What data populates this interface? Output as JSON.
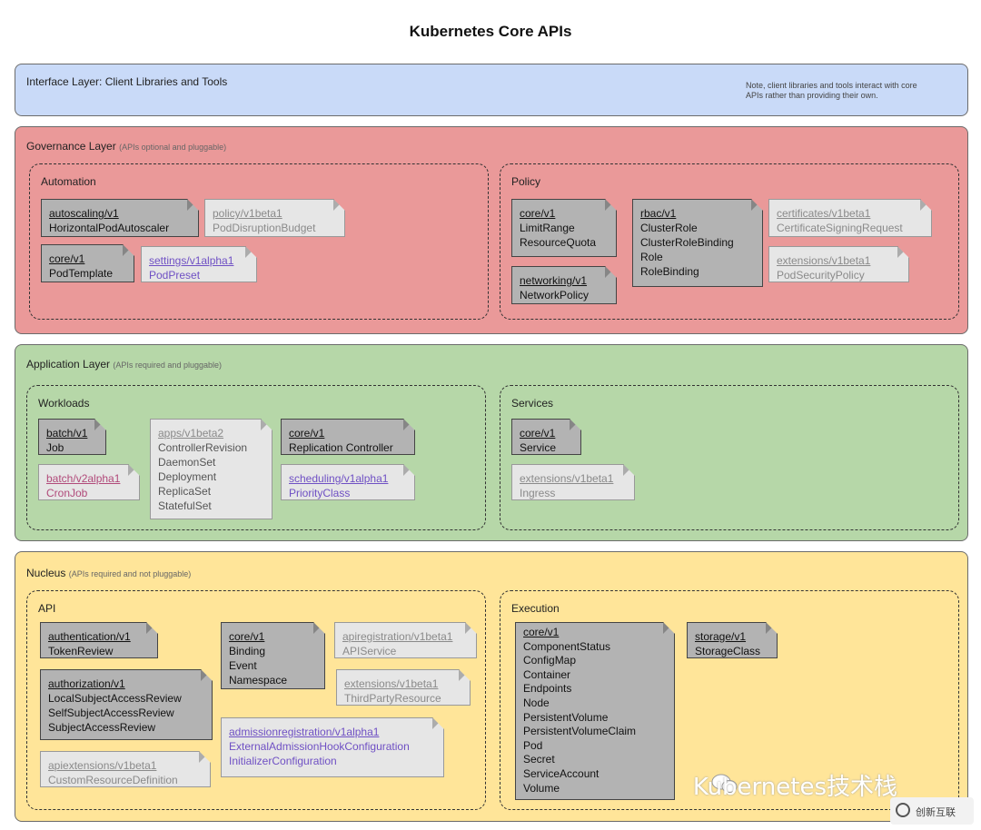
{
  "title": "Kubernetes Core APIs",
  "interface": {
    "title": "Interface Layer: Client Libraries and Tools",
    "note_line1": "Note, client libraries and tools interact with core",
    "note_line2": "APIs rather than providing their own."
  },
  "governance": {
    "title": "Governance Layer",
    "subtitle": "(APIs optional and pluggable)",
    "automation": {
      "title": "Automation",
      "cards": [
        {
          "api": "autoscaling/v1",
          "items": [
            "HorizontalPodAutoscaler"
          ]
        },
        {
          "api": "policy/v1beta1",
          "items": [
            "PodDisruptionBudget"
          ]
        },
        {
          "api": "core/v1",
          "items": [
            "PodTemplate"
          ]
        },
        {
          "api": "settings/v1alpha1",
          "items": [
            "PodPreset"
          ]
        }
      ]
    },
    "policy": {
      "title": "Policy",
      "cards": [
        {
          "api": "core/v1",
          "items": [
            "LimitRange",
            "ResourceQuota"
          ]
        },
        {
          "api": "networking/v1",
          "items": [
            "NetworkPolicy"
          ]
        },
        {
          "api": "rbac/v1",
          "items": [
            "ClusterRole",
            "ClusterRoleBinding",
            "Role",
            "RoleBinding"
          ]
        },
        {
          "api": "certificates/v1beta1",
          "items": [
            "CertificateSigningRequest"
          ]
        },
        {
          "api": "extensions/v1beta1",
          "items": [
            "PodSecurityPolicy"
          ]
        }
      ]
    }
  },
  "application": {
    "title": "Application Layer",
    "subtitle": "(APIs required and pluggable)",
    "workloads": {
      "title": "Workloads",
      "cards": [
        {
          "api": "batch/v1",
          "items": [
            "Job"
          ]
        },
        {
          "api": "batch/v2alpha1",
          "items": [
            "CronJob"
          ]
        },
        {
          "api": "apps/v1beta2",
          "items": [
            "ControllerRevision",
            "DaemonSet",
            "Deployment",
            "ReplicaSet",
            "StatefulSet"
          ]
        },
        {
          "api": "core/v1",
          "items": [
            "Replication Controller"
          ]
        },
        {
          "api": "scheduling/v1alpha1",
          "items": [
            "PriorityClass"
          ]
        }
      ]
    },
    "services": {
      "title": "Services",
      "cards": [
        {
          "api": "core/v1",
          "items": [
            "Service"
          ]
        },
        {
          "api": "extensions/v1beta1",
          "items": [
            "Ingress"
          ]
        }
      ]
    }
  },
  "nucleus": {
    "title": "Nucleus",
    "subtitle": "(APIs required and not pluggable)",
    "api": {
      "title": "API",
      "cards": [
        {
          "api": "authentication/v1",
          "items": [
            "TokenReview"
          ]
        },
        {
          "api": "authorization/v1",
          "items": [
            "LocalSubjectAccessReview",
            "SelfSubjectAccessReview",
            "SubjectAccessReview"
          ]
        },
        {
          "api": "apiextensions/v1beta1",
          "items": [
            "CustomResourceDefinition"
          ]
        },
        {
          "api": "core/v1",
          "items": [
            "Binding",
            "Event",
            "Namespace"
          ]
        },
        {
          "api": "apiregistration/v1beta1",
          "items": [
            "APIService"
          ]
        },
        {
          "api": "extensions/v1beta1",
          "items": [
            "ThirdPartyResource"
          ]
        },
        {
          "api": "admissionregistration/v1alpha1",
          "items": [
            "ExternalAdmissionHookConfiguration",
            "InitializerConfiguration"
          ]
        }
      ]
    },
    "execution": {
      "title": "Execution",
      "cards": [
        {
          "api": "core/v1",
          "items": [
            "ComponentStatus",
            "ConfigMap",
            "Container",
            "Endpoints",
            "Node",
            "PersistentVolume",
            "PersistentVolumeClaim",
            "Pod",
            "Secret",
            "ServiceAccount",
            "Volume"
          ]
        },
        {
          "api": "storage/v1",
          "items": [
            "StorageClass"
          ]
        }
      ]
    }
  },
  "watermark": {
    "text": "Kubernetes技术栈",
    "logo_text": "创新互联"
  },
  "colors": {
    "interface": "#c9daf8",
    "governance": "#ea9999",
    "application": "#b6d7a8",
    "nucleus": "#ffe599"
  }
}
